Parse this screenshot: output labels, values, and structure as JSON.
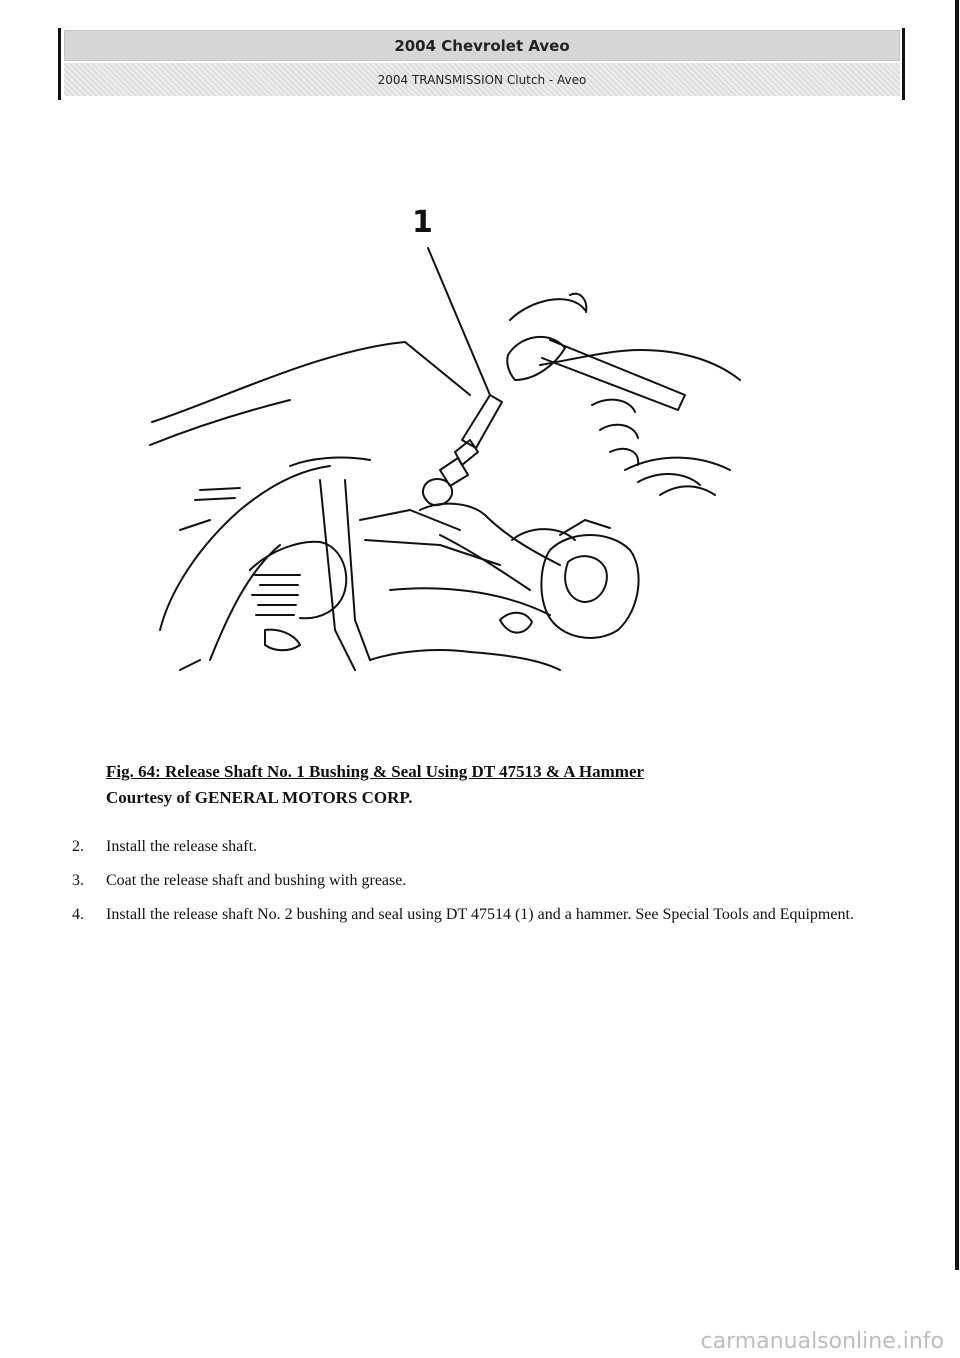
{
  "header": {
    "title": "2004 Chevrolet Aveo",
    "subtitle": "2004 TRANSMISSION Clutch - Aveo"
  },
  "figure": {
    "callout": "1"
  },
  "caption": {
    "title": "Fig. 64: Release Shaft No. 1 Bushing & Seal Using DT 47513 & A Hammer",
    "credit": "Courtesy of GENERAL MOTORS CORP."
  },
  "steps": [
    {
      "num": "2.",
      "text": "Install the release shaft."
    },
    {
      "num": "3.",
      "text": "Coat the release shaft and bushing with grease."
    },
    {
      "num": "4.",
      "text": "Install the release shaft No. 2 bushing and seal using DT 47514 (1) and a hammer. See Special Tools and Equipment."
    }
  ],
  "watermark": "carmanualsonline.info"
}
